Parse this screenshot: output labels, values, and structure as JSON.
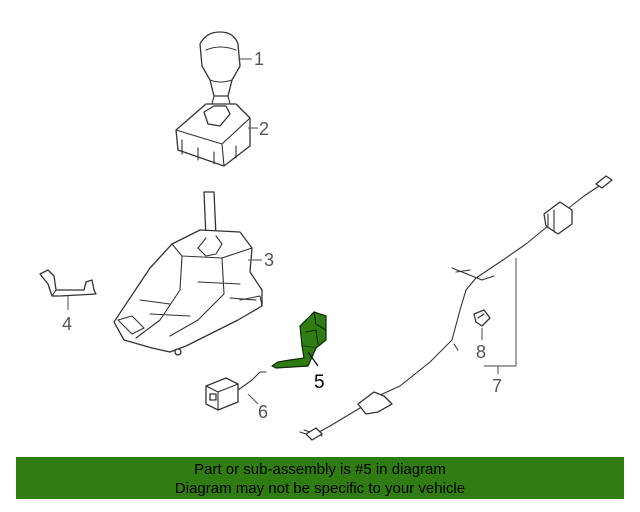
{
  "callouts": [
    {
      "id": "1",
      "label": "1"
    },
    {
      "id": "2",
      "label": "2"
    },
    {
      "id": "3",
      "label": "3"
    },
    {
      "id": "4",
      "label": "4"
    },
    {
      "id": "5",
      "label": "5",
      "highlighted": true
    },
    {
      "id": "6",
      "label": "6"
    },
    {
      "id": "7",
      "label": "7"
    },
    {
      "id": "8",
      "label": "8"
    }
  ],
  "banner": {
    "line1": "Part or sub-assembly is #5 in diagram",
    "line2": "Diagram may not be specific to your vehicle",
    "background": "#2f7d12"
  },
  "colors": {
    "highlight_part": "#2f7d12",
    "line_art": "#333333"
  }
}
